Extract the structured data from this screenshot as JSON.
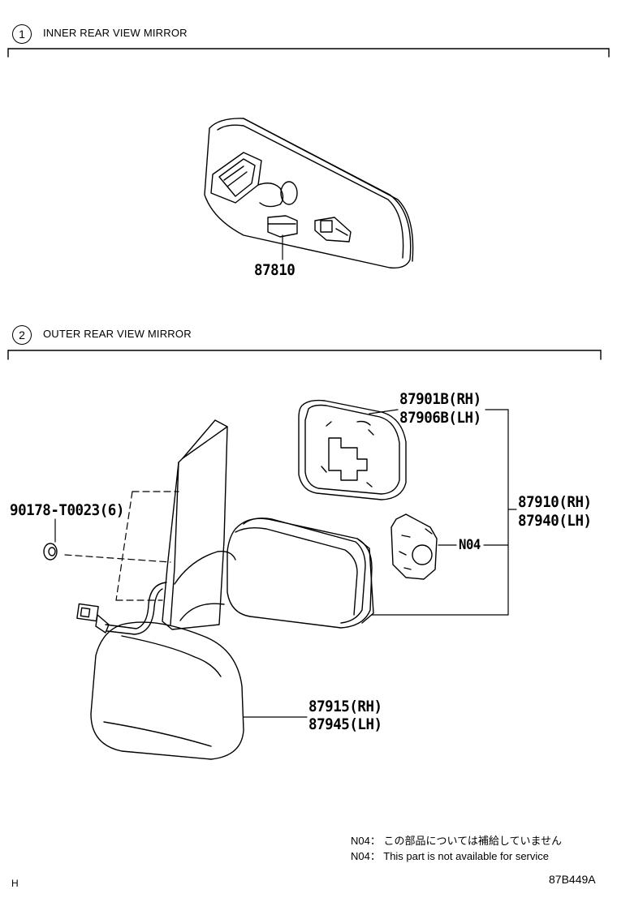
{
  "sections": [
    {
      "num": "1",
      "title": "INNER REAR VIEW MIRROR"
    },
    {
      "num": "2",
      "title": "OUTER REAR VIEW MIRROR"
    }
  ],
  "parts": {
    "inner_mirror": "87810",
    "mirror_glass_rh": "87901B(RH)",
    "mirror_glass_lh": "87906B(LH)",
    "mirror_assy_rh": "87910(RH)",
    "mirror_assy_lh": "87940(LH)",
    "screw": "90178-T0023(6)",
    "motor_ref": "N04",
    "cover_rh": "87915(RH)",
    "cover_lh": "87945(LH)"
  },
  "notes": [
    {
      "code": "N04：",
      "text": "この部品については補給していません"
    },
    {
      "code": "N04：",
      "text": "This part is not available for service"
    }
  ],
  "footer": {
    "left": "H",
    "right": "87B449A"
  }
}
